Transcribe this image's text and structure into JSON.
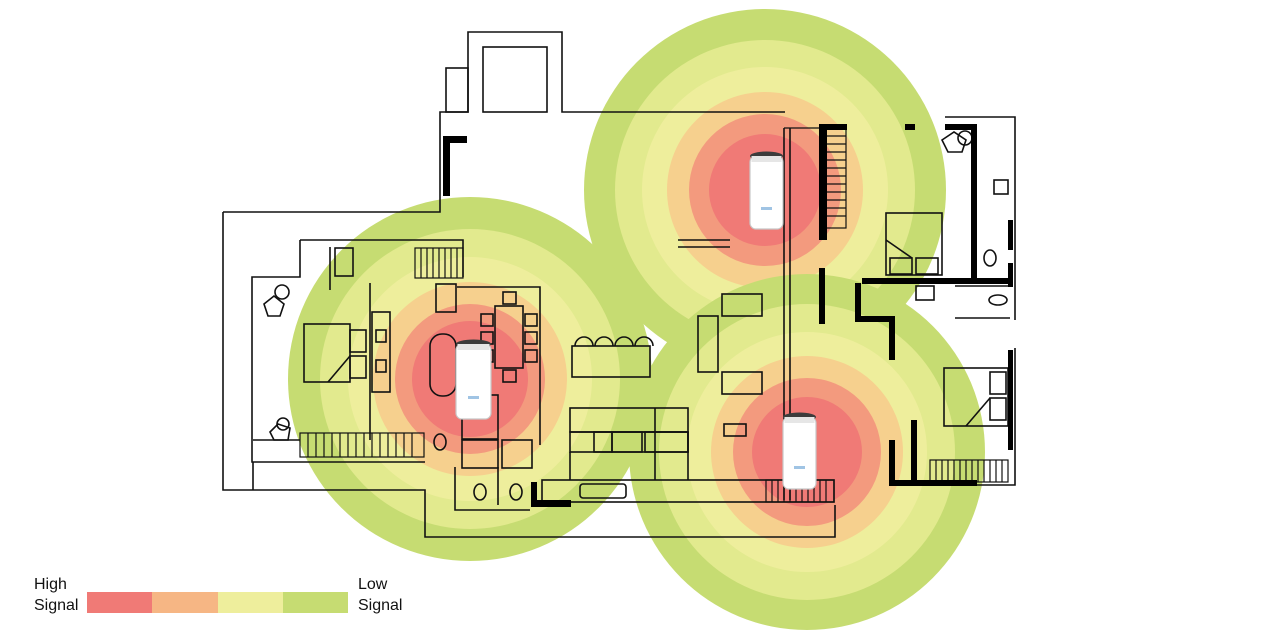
{
  "legend": {
    "high_line1": "High",
    "high_line2": "Signal",
    "low_line1": "Low",
    "low_line2": "Signal",
    "swatches": [
      "#f07a76",
      "#f6b684",
      "#eeee9c",
      "#c6dc72"
    ]
  },
  "zone_colors": [
    "#c6dc72",
    "#e2ea8e",
    "#eeee9c",
    "#f6d08e",
    "#f6b684",
    "#f39a7e",
    "#f07a76"
  ],
  "router_units": [
    {
      "name": "router-top",
      "color": "#ffffff"
    },
    {
      "name": "router-left",
      "color": "#ffffff"
    },
    {
      "name": "router-right",
      "color": "#ffffff"
    }
  ],
  "colors": {
    "walls": "#000000",
    "outline": "#111111"
  }
}
